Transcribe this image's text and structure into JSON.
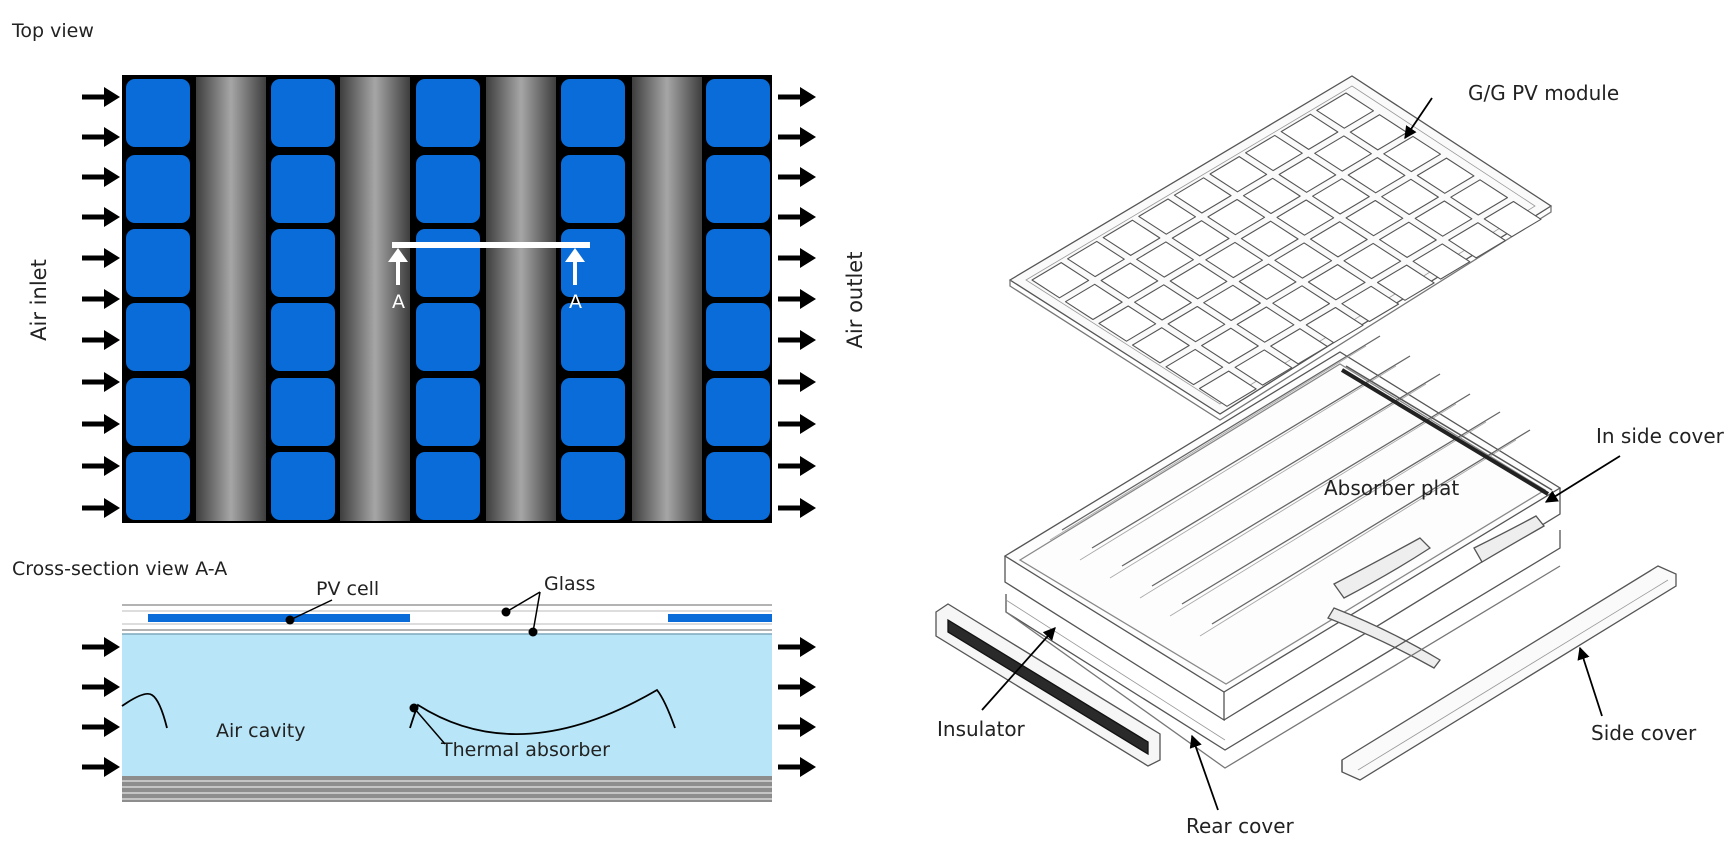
{
  "top_view": {
    "title": "Top view",
    "inlet_label": "Air inlet",
    "outlet_label": "Air outlet",
    "section_mark": "A"
  },
  "cross_section": {
    "title": "Cross-section view A-A",
    "labels": {
      "pv_cell": "PV cell",
      "glass": "Glass",
      "air_cavity": "Air cavity",
      "thermal_absorber": "Thermal absorber"
    }
  },
  "exploded_view": {
    "labels": {
      "pv_module": "G/G PV module",
      "in_side_cover": "In side cover",
      "absorber_plate": "Absorber plat",
      "insulator": "Insulator",
      "side_cover": "Side cover",
      "rear_cover": "Rear cover"
    }
  },
  "colors": {
    "pv_cell": "#0a6cd8",
    "air_cavity": "#b8e6f8",
    "absorber_dark": "#222222"
  }
}
